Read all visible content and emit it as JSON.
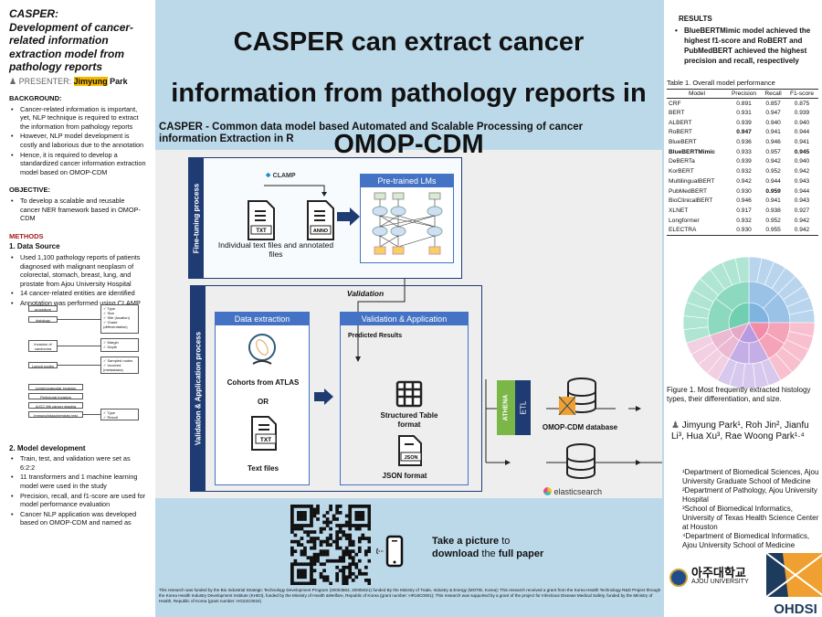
{
  "left": {
    "title": "CASPER:",
    "title_sub": "Development of cancer-related information extraction model from pathology reports",
    "presenter_label": "PRESENTER:",
    "presenter_first": "Jimyung",
    "presenter_last": "Park",
    "background_heading": "BACKGROUND:",
    "background": [
      "Cancer-related information is important, yet, NLP technique is required to extract the information from pathology reports",
      "However, NLP model development is costly and laborious due to the annotation",
      "Hence, it is required to develop a standardized cancer information extraction model based on OMOP-CDM"
    ],
    "objective_heading": "OBJECTIVE:",
    "objective": [
      "To develop a scalable and reusable cancer NER framework based in OMOP-CDM"
    ],
    "methods_heading": "METHODS",
    "data_source_heading": "1. Data Source",
    "data_source": [
      "Used 1,100 pathology reports of patients diagnosed with malignant neoplasm of colorectal, stomach, breast, lung, and prostate from Ajou University Hospital",
      "14 cancer-related entities are identified",
      "Annotation was performed using CLAMP"
    ],
    "entity_figure": {
      "entities": [
        "procedure",
        "histology",
        "Invasion of carcinoma",
        "Lymph nodes",
        "Lymphovascular invasion",
        "Perineural invasion",
        "AJCC 8th cancer staging",
        "Immunohistochemistry test"
      ],
      "details": {
        "histology": [
          "✓ Type",
          "✓ Size",
          "✓ Site (location)",
          "✓ Grade (differentiation)"
        ],
        "invasion": [
          "✓ Margin",
          "✓ Depth"
        ],
        "lymph": [
          "✓ Sampled nodes",
          "✓ Involved (metastasis)"
        ],
        "ihc": [
          "✓ Type",
          "✓ Result"
        ]
      }
    },
    "model_dev_heading": "2. Model development",
    "model_dev": [
      "Train, test, and validation were set as 6:2:2",
      "11 transformers and 1 machine learning model were used in the study",
      "Precision, recall, and f1-score are used for model performance evaluation",
      "Cancer NLP application was developed based on OMOP-CDM and named as"
    ]
  },
  "center": {
    "title_lines": [
      "CASPER can extract cancer",
      "information from pathology reports in",
      "OMOP-CDM"
    ],
    "subtitle": "CASPER - Common data model based Automated and Scalable Processing of cancer information Extraction in R",
    "diagram": {
      "finetune_label": "Fine-tuning process",
      "clamp": "CLAMP",
      "txt": "TXT",
      "anno": "ANNO",
      "files_caption": "Individual  text files and annotated files",
      "pretrained": "Pre-trained LMs",
      "validation_arrow": "Validation",
      "validation_label": "Validation & Application process",
      "data_extraction": "Data extraction",
      "cohorts": "Cohorts from ATLAS",
      "or": "OR",
      "text_files": "Text files",
      "val_app": "Validation & Application",
      "predicted": "Predicted Results",
      "structured": "Structured Table format",
      "json_tag": "JSON",
      "json": "JSON format",
      "athena": "ATHENA",
      "etl": "ETL",
      "omop_db": "OMOP-CDM database",
      "elastic": "elasticsearch"
    },
    "footer": {
      "cta_1a": "Take a picture",
      "cta_1b": " to",
      "cta_2a": "download",
      "cta_2b": " the ",
      "cta_2c": "full paper",
      "funding": "This research was funded by the Bio Industrial Strategic Technology Development Program (20003883, 20005021) funded By the Ministry of Trade, Industry & Energy (MOTIE, Korea); This research received a grant from the Korea Health Technology R&D Project through the Korea Health Industry Development Institute (KHIDI), funded by the Ministry of Health &Welfare, Republic of Korea (grant number: HR16C0001); This research was supported by a grant of the project for Infectious Disease Medical Safety, funded by the Ministry of Health, Republic of Korea (grant number: HG22C0024)"
    }
  },
  "right": {
    "results_heading": "RESULTS",
    "results": [
      "BlueBERTMimic model achieved the highest f1-score and RoBERT and PubMedBERT achieved the highest precision and recall, respectively"
    ],
    "table_caption": "Table 1. Overall model performance",
    "table_headers": [
      "Model",
      "Precision",
      "Recall",
      "F1-score"
    ],
    "table_rows": [
      [
        "CRF",
        "0.891",
        "0.857",
        "0.875"
      ],
      [
        "BERT",
        "0.931",
        "0.947",
        "0.939"
      ],
      [
        "ALBERT",
        "0.939",
        "0.940",
        "0.940"
      ],
      [
        "RoBERT",
        "0.947",
        "0.941",
        "0.944"
      ],
      [
        "BlueBERT",
        "0.936",
        "0.946",
        "0.941"
      ],
      [
        "BlueBERTMimic",
        "0.933",
        "0.957",
        "0.945"
      ],
      [
        "DeBERTa",
        "0.939",
        "0.942",
        "0.940"
      ],
      [
        "KorBERT",
        "0.932",
        "0.952",
        "0.942"
      ],
      [
        "MultilingualBERT",
        "0.942",
        "0.944",
        "0.943"
      ],
      [
        "PubMedBERT",
        "0.930",
        "0.959",
        "0.944"
      ],
      [
        "BioClinicalBERT",
        "0.946",
        "0.941",
        "0.943"
      ],
      [
        "XLNET",
        "0.917",
        "0.938",
        "0.927"
      ],
      [
        "Longformer",
        "0.932",
        "0.952",
        "0.942"
      ],
      [
        "ELECTRA",
        "0.930",
        "0.955",
        "0.942"
      ]
    ],
    "figure_caption": "Figure 1. Most frequently extracted histology types, their differentiation, and size.",
    "sunburst_colors": [
      "#6fcfb0",
      "#7fb3e0",
      "#f28ca8",
      "#b79ae0",
      "#e7a8c8"
    ],
    "authors": "Jimyung Park¹, Roh Jin², Jianfu Li³, Hua Xu³, Rae Woong Park¹·⁴",
    "affiliations": [
      "¹Department of Biomedical Sciences, Ajou University Graduate School of Medicine",
      "²Department of Pathology, Ajou University Hospital",
      "³School of Biomedical Informatics, University of Texas Health Science Center at Houston",
      "⁴Department of Biomedical Informatics, Ajou University School of Medicine"
    ],
    "ajou_korean": "아주대학교",
    "ajou_english": "AJOU UNIVERSITY",
    "ohdsi": "OHDSI"
  }
}
